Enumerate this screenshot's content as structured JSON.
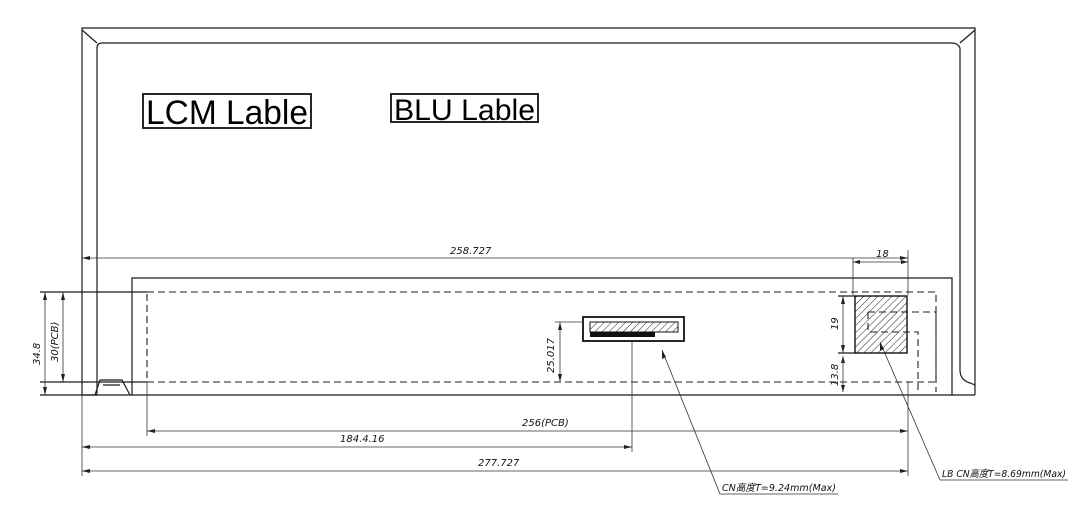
{
  "labels": {
    "lcm_label": "LCM Lable",
    "blu_label": "BLU Lable"
  },
  "dimensions": {
    "overall_width": "277.727",
    "top_width": "258.727",
    "pcb_width": "256(PCB)",
    "connector_offset": "184.4.16",
    "connector_box_width": "18",
    "connector_box_height": "19",
    "connector_box_bottom": "13.8",
    "connector_height": "25.017",
    "total_height": "34.8",
    "pcb_height": "30(PCB)"
  },
  "notes": {
    "cn_note": "CN高度T=9.24mm(Max)",
    "lb_cn_note": "LB CN高度T=8.69mm(Max)"
  },
  "colors": {
    "line": "#1a1a1a",
    "background": "#ffffff"
  }
}
